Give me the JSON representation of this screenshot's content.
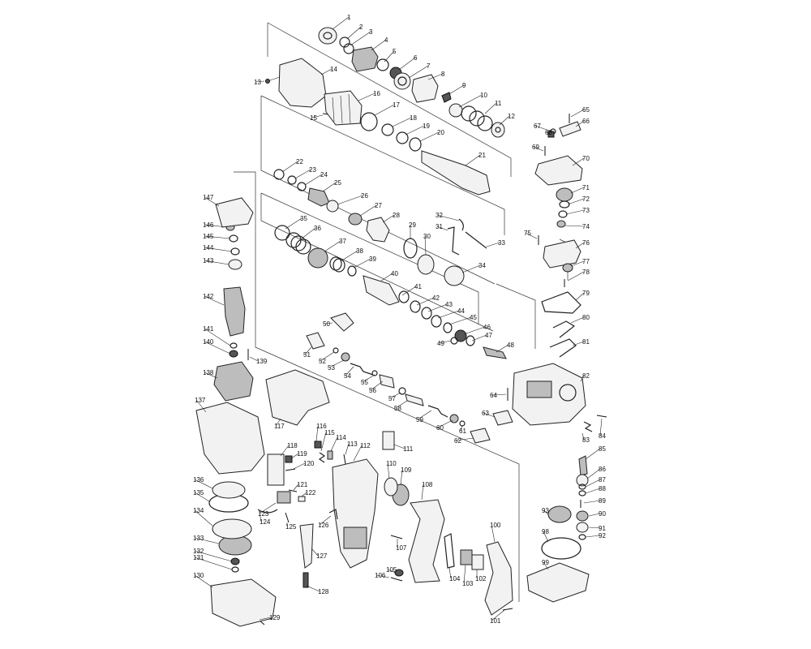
{
  "diagram": {
    "part_numbers": {
      "p1": "1",
      "p2": "2",
      "p3": "3",
      "p4": "4",
      "p5": "5",
      "p6": "6",
      "p7": "7",
      "p8": "8",
      "p9": "9",
      "p10": "10",
      "p11": "11",
      "p12": "12",
      "p13": "13",
      "p14": "14",
      "p15": "15",
      "p16": "16",
      "p17": "17",
      "p18": "18",
      "p19": "19",
      "p20": "20",
      "p21": "21",
      "p22": "22",
      "p23": "23",
      "p24": "24",
      "p25": "25",
      "p26": "26",
      "p27": "27",
      "p28": "28",
      "p29": "29",
      "p30": "30",
      "p31": "31",
      "p32": "32",
      "p33": "33",
      "p34": "34",
      "p35": "35",
      "p36": "36",
      "p37": "37",
      "p38": "38",
      "p39": "39",
      "p40": "40",
      "p41": "41",
      "p42": "42",
      "p43": "43",
      "p44": "44",
      "p45": "45",
      "p46": "46",
      "p47": "47",
      "p48": "48",
      "p49": "49",
      "p50": "50",
      "p51": "51",
      "p52": "52",
      "p53": "53",
      "p54": "54",
      "p55": "55",
      "p56": "56",
      "p57": "57",
      "p58": "58",
      "p59": "59",
      "p60": "60",
      "p61": "61",
      "p62": "62",
      "p63": "63",
      "p64": "64",
      "p65": "65",
      "p66": "66",
      "p67": "67",
      "p68": "68",
      "p69": "69",
      "p70": "70",
      "p71": "71",
      "p72": "72",
      "p73": "73",
      "p74": "74",
      "p75": "75",
      "p76": "76",
      "p77": "77",
      "p78": "78",
      "p79": "79",
      "p80": "80",
      "p81": "81",
      "p82": "82",
      "p83": "83",
      "p84": "84",
      "p85": "85",
      "p86": "86",
      "p87": "87",
      "p88": "88",
      "p89": "89",
      "p90": "90",
      "p91": "91",
      "p92": "92",
      "p93": "93",
      "p98": "98",
      "p99": "99",
      "p100": "100",
      "p101": "101",
      "p102": "102",
      "p103": "103",
      "p104": "104",
      "p105": "105",
      "p106": "106",
      "p107": "107",
      "p108": "108",
      "p109": "109",
      "p110": "110",
      "p111": "111",
      "p112": "112",
      "p113": "113",
      "p114": "114",
      "p115": "115",
      "p116": "116",
      "p117": "117",
      "p118": "118",
      "p119": "119",
      "p120": "120",
      "p121": "121",
      "p122": "122",
      "p123": "123",
      "p124": "124",
      "p125": "125",
      "p126": "126",
      "p127": "127",
      "p128": "128",
      "p129": "129",
      "p130": "130",
      "p131": "131",
      "p132": "132",
      "p133": "133",
      "p134": "134",
      "p135": "135",
      "p136": "136",
      "p137": "137",
      "p138": "138",
      "p139": "139",
      "p140": "140",
      "p141": "141",
      "p142": "142",
      "p143": "143",
      "p144": "144",
      "p145": "145",
      "p146": "146",
      "p147": "147"
    }
  }
}
